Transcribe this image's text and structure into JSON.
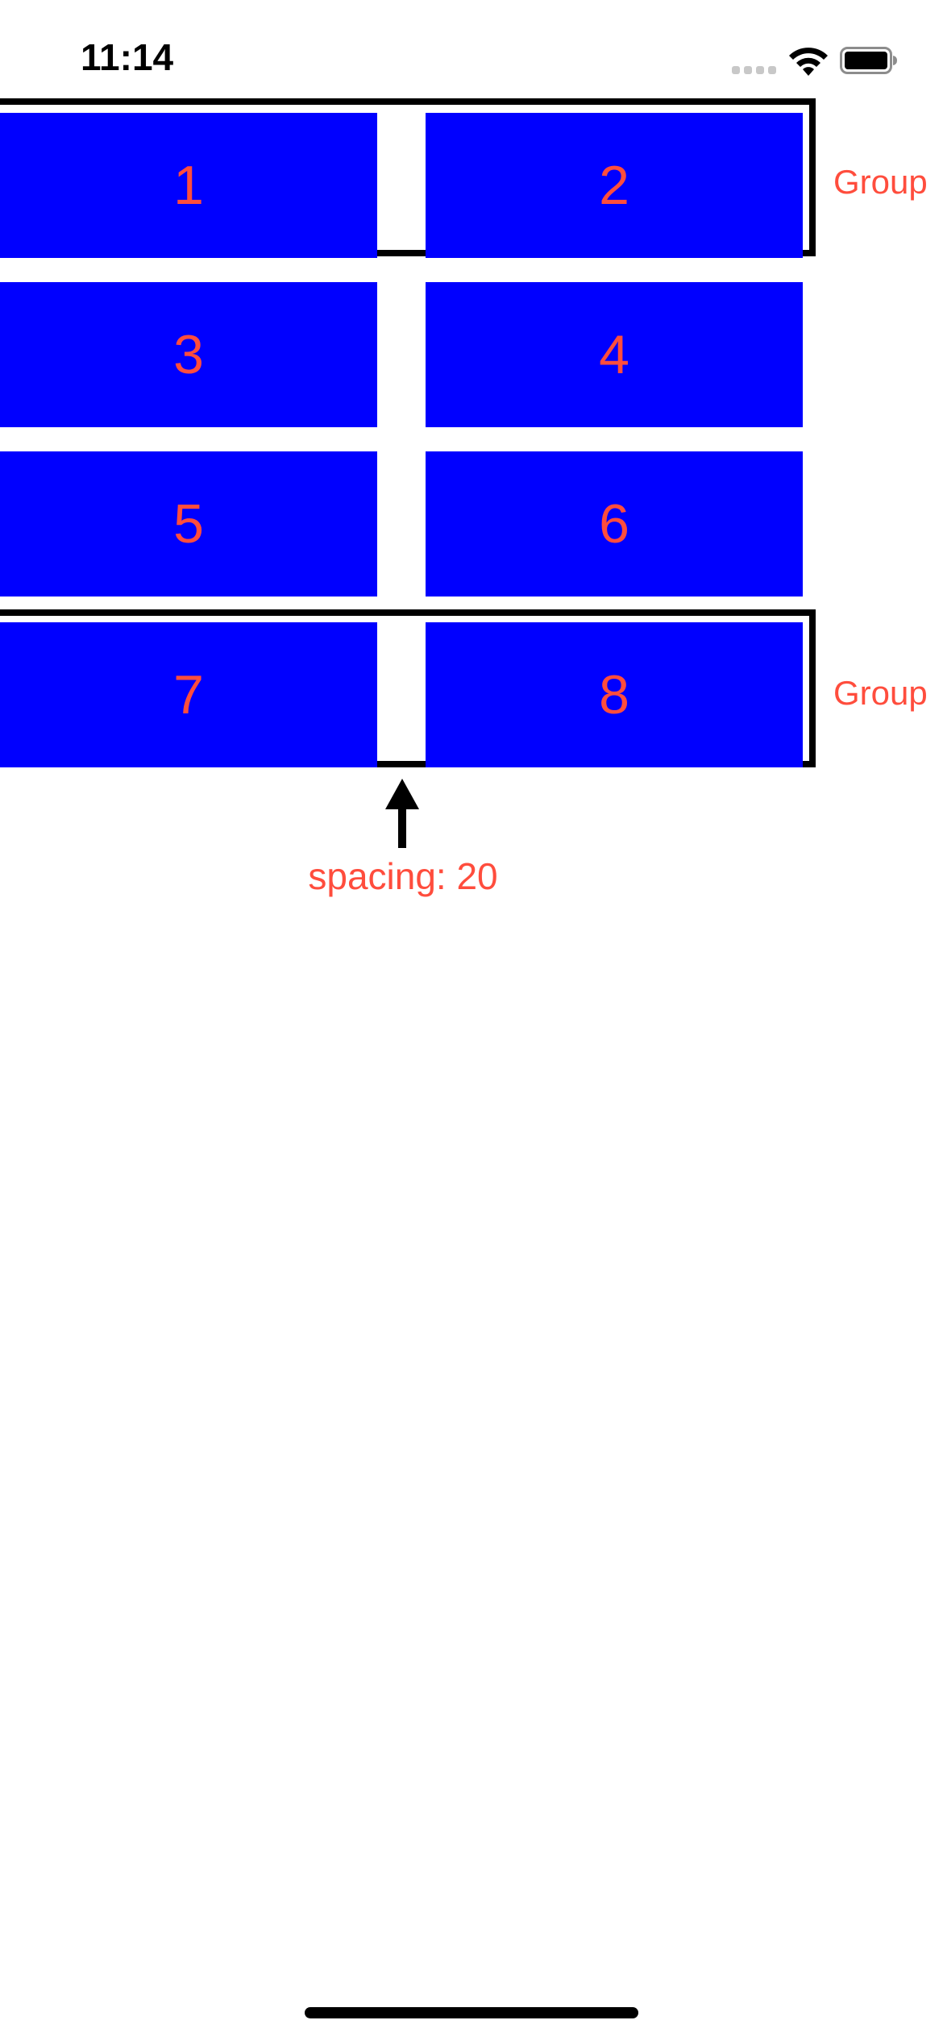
{
  "status_bar": {
    "time": "11:14",
    "signal_icon": "cellular-signal-icon",
    "wifi_icon": "wifi-icon",
    "battery_icon": "battery-icon"
  },
  "groups": {
    "top_label": "Group",
    "bottom_label": "Group"
  },
  "cells": [
    "1",
    "2",
    "3",
    "4",
    "5",
    "6",
    "7",
    "8"
  ],
  "annotation": {
    "spacing_label": "spacing: 20",
    "arrow_icon": "arrow-up-icon"
  },
  "colors": {
    "cell_fill": "#0000ff",
    "label_text": "#ff4d3d",
    "frame": "#000000",
    "background": "#ffffff"
  }
}
